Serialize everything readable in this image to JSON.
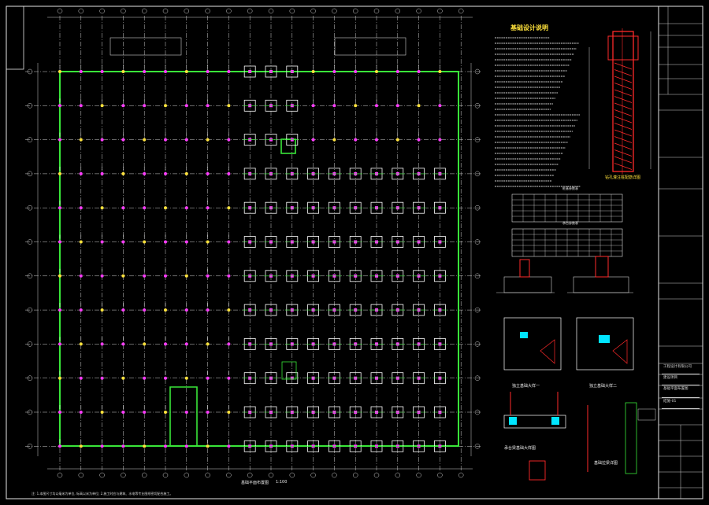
{
  "drawing": {
    "notes_title": "基础设计说明",
    "section_caption": "钻孔灌注桩配筋详图",
    "detail_caption_1": "独立基础大样一",
    "detail_caption_2": "独立基础大样二",
    "detail_caption_3": "承台梁基础大样图",
    "detail_caption_4": "基础拉梁详图",
    "plan_caption": "基础平面布置图",
    "scale_note": "1:100",
    "footer_note": "注: 1.本图尺寸均以毫米为单位, 标高以米为单位; 2.施工时应与建筑、水电等专业图纸密切配合施工。",
    "table1_title": "桩基参数表",
    "table2_title": "承台参数表"
  },
  "title_block": {
    "company": "工程设计有限公司",
    "project": "建设项目",
    "drawing_name": "基础平面布置图",
    "drawing_no": "结施-01"
  },
  "colors": {
    "background": "#000000",
    "grid": "#cfcfcf",
    "outline": "#39e639",
    "footing": "#ffffff",
    "column_magenta": "#ff3cff",
    "column_yellow": "#ffe23c",
    "rebar_red": "#ff2a2a",
    "cyan": "#00e5ff"
  }
}
